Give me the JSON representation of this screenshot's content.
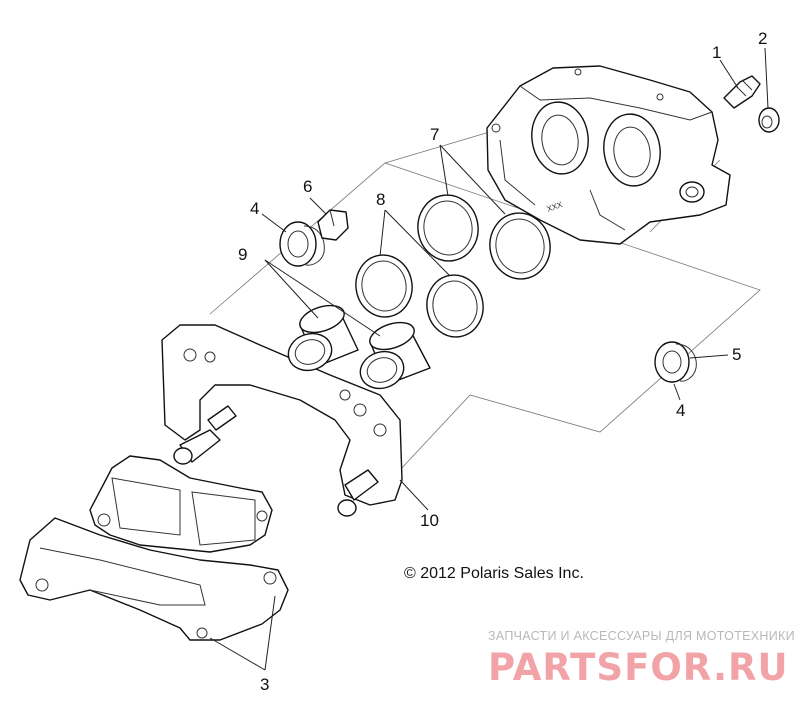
{
  "callouts": {
    "c1": "1",
    "c2": "2",
    "c3": "3",
    "c4a": "4",
    "c4b": "4",
    "c5": "5",
    "c6": "6",
    "c7": "7",
    "c8": "8",
    "c9": "9",
    "c10": "10"
  },
  "copyright": "© 2012 Polaris Sales Inc.",
  "watermark": {
    "subtitle": "ЗАПЧАСТИ И АКСЕССУАРЫ ДЛЯ МОТОТЕХНИКИ",
    "logo_text": "PARTSFOR.RU",
    "color": "#f2a3a8"
  }
}
